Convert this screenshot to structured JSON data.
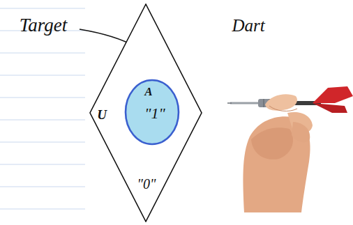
{
  "diagram": {
    "nodes": [
      {
        "text": [
          "U",
          "\"0\""
        ]
      },
      {
        "text": [
          "A",
          "\"1\""
        ],
        "in": 0
      }
    ],
    "labels": [
      "Target",
      "Dart"
    ]
  }
}
